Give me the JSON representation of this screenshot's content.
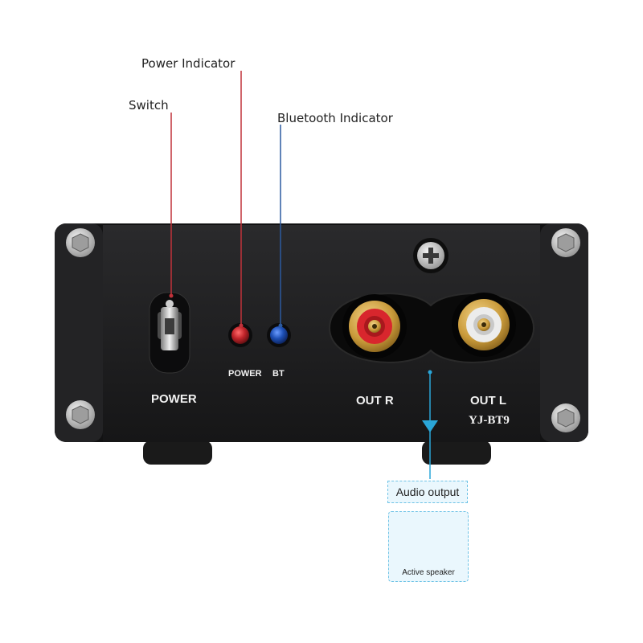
{
  "callouts": {
    "switch": "Switch",
    "power_indicator": "Power Indicator",
    "bluetooth_indicator": "Bluetooth Indicator"
  },
  "panel": {
    "power_switch_label": "POWER",
    "power_led_label": "POWER",
    "bt_led_label": "BT",
    "out_r_label": "OUT R",
    "out_l_label": "OUT L",
    "model": "YJ-BT9"
  },
  "audio": {
    "output_label": "Audio output",
    "speaker_label": "Active speaker"
  },
  "colors": {
    "panel": "#1d1d1f",
    "power_led": "#c0242a",
    "bt_led": "#1d4fb5",
    "callout_line_red": "#c0323a",
    "callout_line_blue": "#2c5aa0",
    "output_arrow": "#2aa6d8",
    "rca_red": "#d8262d",
    "rca_white": "#ececec",
    "gold": "#c99a3a"
  }
}
